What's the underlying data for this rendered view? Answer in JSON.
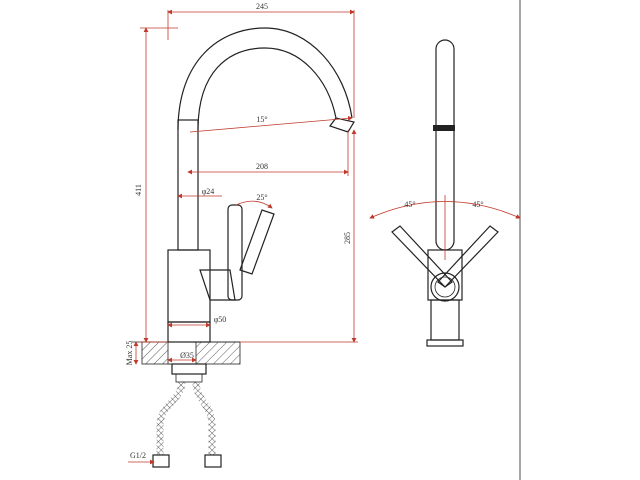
{
  "drawing": {
    "dimensions": {
      "overall_width": "245",
      "overall_height": "411",
      "spout_reach": "208",
      "spout_height": "285",
      "spout_angle": "15°",
      "body_diameter": "φ24",
      "handle_angle": "25°",
      "base_diameter": "φ50",
      "hole_diameter": "Ø35",
      "max_thickness": "Max 25",
      "thread": "G1/2",
      "rotation_left": "45°",
      "rotation_right": "45°"
    }
  }
}
